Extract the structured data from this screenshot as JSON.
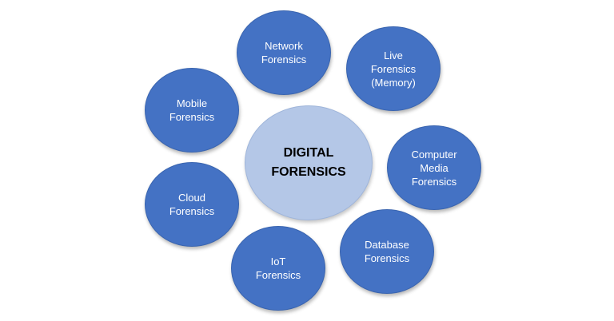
{
  "diagram": {
    "center": {
      "label": "DIGITAL\nFORENSICS"
    },
    "nodes": {
      "network": {
        "label": "Network\nForensics"
      },
      "live": {
        "label": "Live\nForensics\n(Memory)"
      },
      "mobile": {
        "label": "Mobile\nForensics"
      },
      "computer": {
        "label": "Computer\nMedia\nForensics"
      },
      "cloud": {
        "label": "Cloud\nForensics"
      },
      "database": {
        "label": "Database\nForensics"
      },
      "iot": {
        "label": "IoT\nForensics"
      }
    },
    "colors": {
      "outer_fill": "#4472c4",
      "center_fill": "#b4c7e7",
      "outer_text": "#ffffff",
      "center_text": "#000000"
    }
  }
}
